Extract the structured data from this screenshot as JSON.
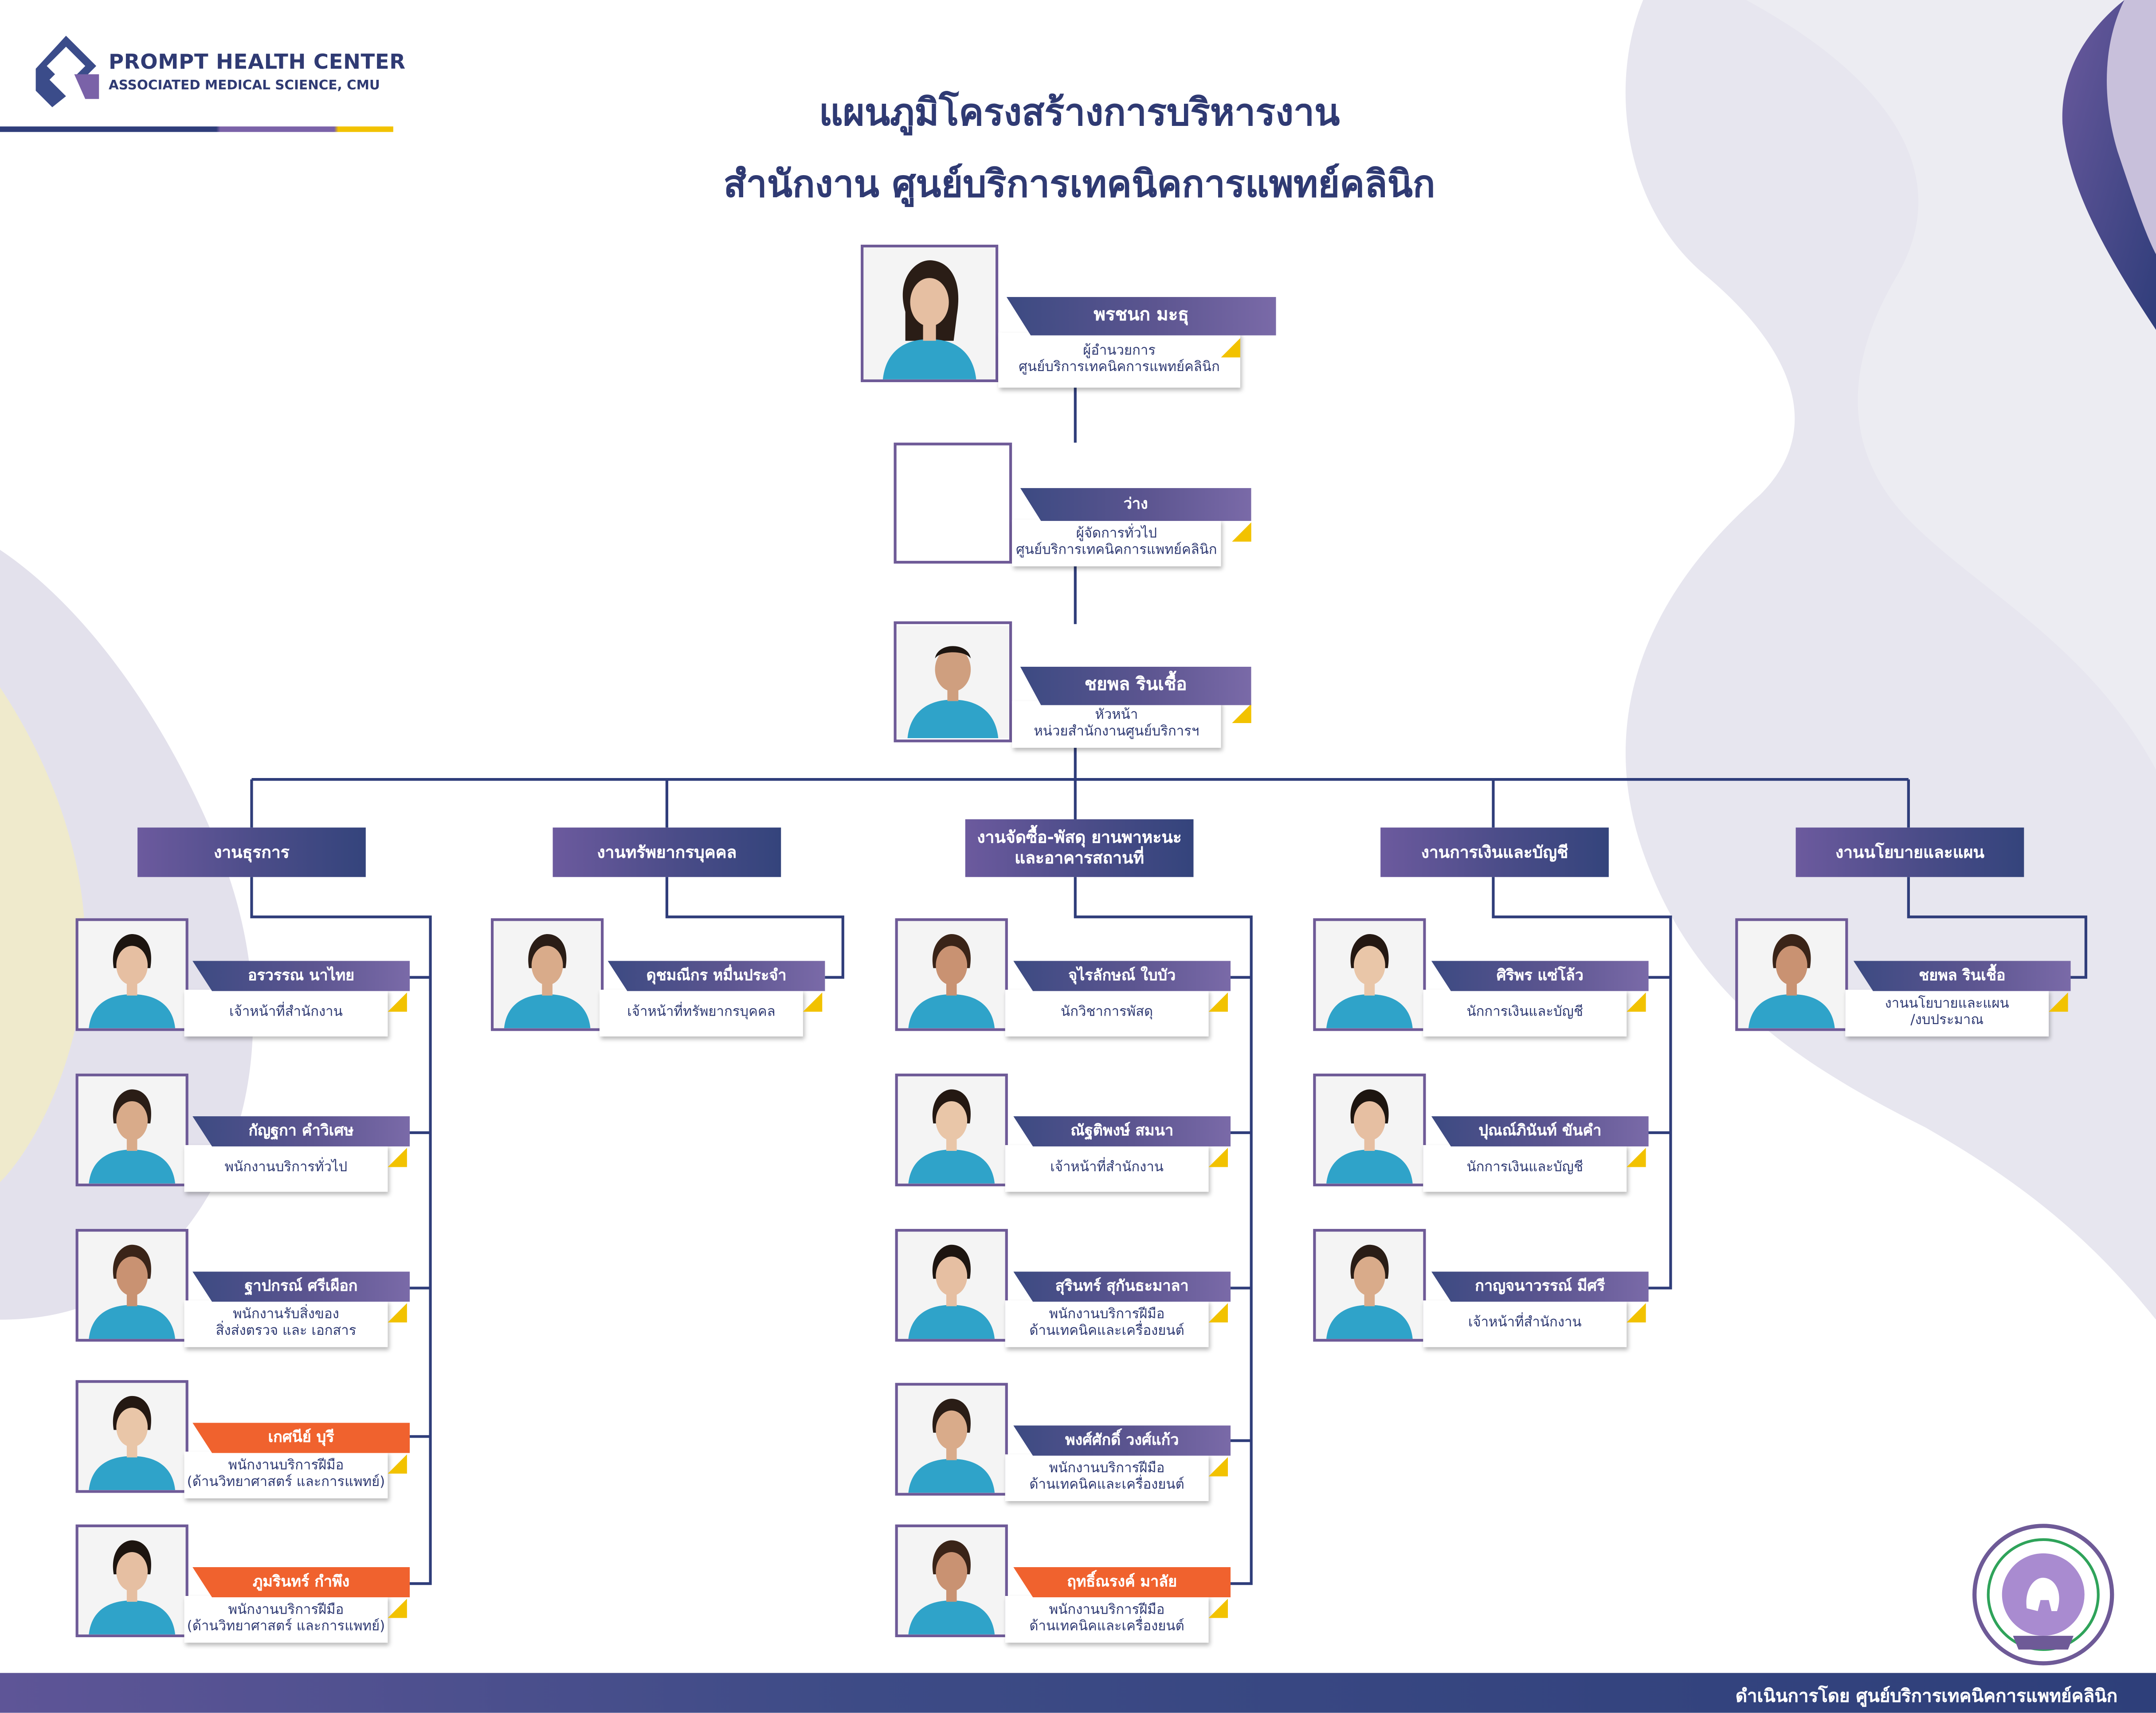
{
  "logo": {
    "title": "PROMPT HEALTH CENTER",
    "subtitle": "ASSOCIATED MEDICAL SCIENCE, CMU"
  },
  "title": {
    "line1": "แผนภูมิโครงสร้างการบริหารงาน",
    "line2": "สำนักงาน ศูนย์บริการเทคนิคการแพทย์คลินิก"
  },
  "director": {
    "name": "พรชนก มะธุ",
    "role1": "ผู้อำนวยการ",
    "role2": "ศูนย์บริการเทคนิคการแพทย์คลินิก"
  },
  "manager": {
    "name": "ว่าง",
    "role1": "ผู้จัดการทั่วไป",
    "role2": "ศูนย์บริการเทคนิคการแพทย์คลินิก"
  },
  "head": {
    "name": "ชยพล รินเชื้อ",
    "role1": "หัวหน้า",
    "role2": "หน่วยสำนักงานศูนย์บริการฯ"
  },
  "departments": [
    {
      "title": "งานธุรการ",
      "staff": [
        {
          "name": "อรวรรณ นาไทย",
          "role1": "เจ้าหน้าที่สำนักงาน",
          "role2": ""
        },
        {
          "name": "กัญฐกา คำวิเศษ",
          "role1": "พนักงานบริการทั่วไป",
          "role2": ""
        },
        {
          "name": "ฐาปกรณ์ ศรีเผือก",
          "role1": "พนักงานรับสิ่งของ",
          "role2": "สิ่งส่งตรวจ และ เอกสาร"
        },
        {
          "name": "เกศนีย์ บุรี",
          "role1": "พนักงานบริการฝีมือ",
          "role2": "(ด้านวิทยาศาสตร์ และการแพทย์)"
        },
        {
          "name": "ภูมรินทร์ กำพึง",
          "role1": "พนักงานบริการฝีมือ",
          "role2": "(ด้านวิทยาศาสตร์ และการแพทย์)"
        }
      ]
    },
    {
      "title": "งานทรัพยากรบุคคล",
      "staff": [
        {
          "name": "ดุชมณีกร หมื่นประจำ",
          "role1": "เจ้าหน้าที่ทรัพยากรบุคคล",
          "role2": ""
        }
      ]
    },
    {
      "title": "งานจัดซื้อ-พัสดุ ยานพาหะนะ",
      "title2": "และอาคารสถานที่",
      "staff": [
        {
          "name": "จุไรลักษณ์ ใบบัว",
          "role1": "นักวิชาการพัสดุ",
          "role2": ""
        },
        {
          "name": "ณัฐติพงษ์ สมนา",
          "role1": "เจ้าหน้าที่สำนักงาน",
          "role2": ""
        },
        {
          "name": "สุรินทร์ สุกันธะมาลา",
          "role1": "พนักงานบริการฝีมือ",
          "role2": "ด้านเทคนิคและเครื่องยนต์"
        },
        {
          "name": "พงศ์ศักดิ์ วงศ์แก้ว",
          "role1": "พนักงานบริการฝีมือ",
          "role2": "ด้านเทคนิคและเครื่องยนต์"
        },
        {
          "name": "ฤทธิ์ณรงค์ มาลัย",
          "role1": "พนักงานบริการฝีมือ",
          "role2": "ด้านเทคนิคและเครื่องยนต์"
        }
      ]
    },
    {
      "title": "งานการเงินและบัญชี",
      "staff": [
        {
          "name": "ศิริพร แซ่โล้ว",
          "role1": "นักการเงินและบัญชี",
          "role2": ""
        },
        {
          "name": "ปุณณ์ภินันท์ ขันคำ",
          "role1": "นักการเงินและบัญชี",
          "role2": ""
        },
        {
          "name": "กาญจนาวรรณ์ มีศรี",
          "role1": "เจ้าหน้าที่สำนักงาน",
          "role2": ""
        }
      ]
    },
    {
      "title": "งานนโยบายและแผน",
      "staff": [
        {
          "name": "ชยพล รินเชื้อ",
          "role1": "งานนโยบายและแผน",
          "role2": "/งบประมาณ"
        }
      ]
    }
  ],
  "footer": "ดำเนินการโดย ศูนย์บริการเทคนิคการแพทย์คลินิก",
  "colors": {
    "navy": "#2f3a73",
    "purple": "#6e5a97",
    "orange": "#f0622e",
    "yellow": "#f2c200"
  }
}
